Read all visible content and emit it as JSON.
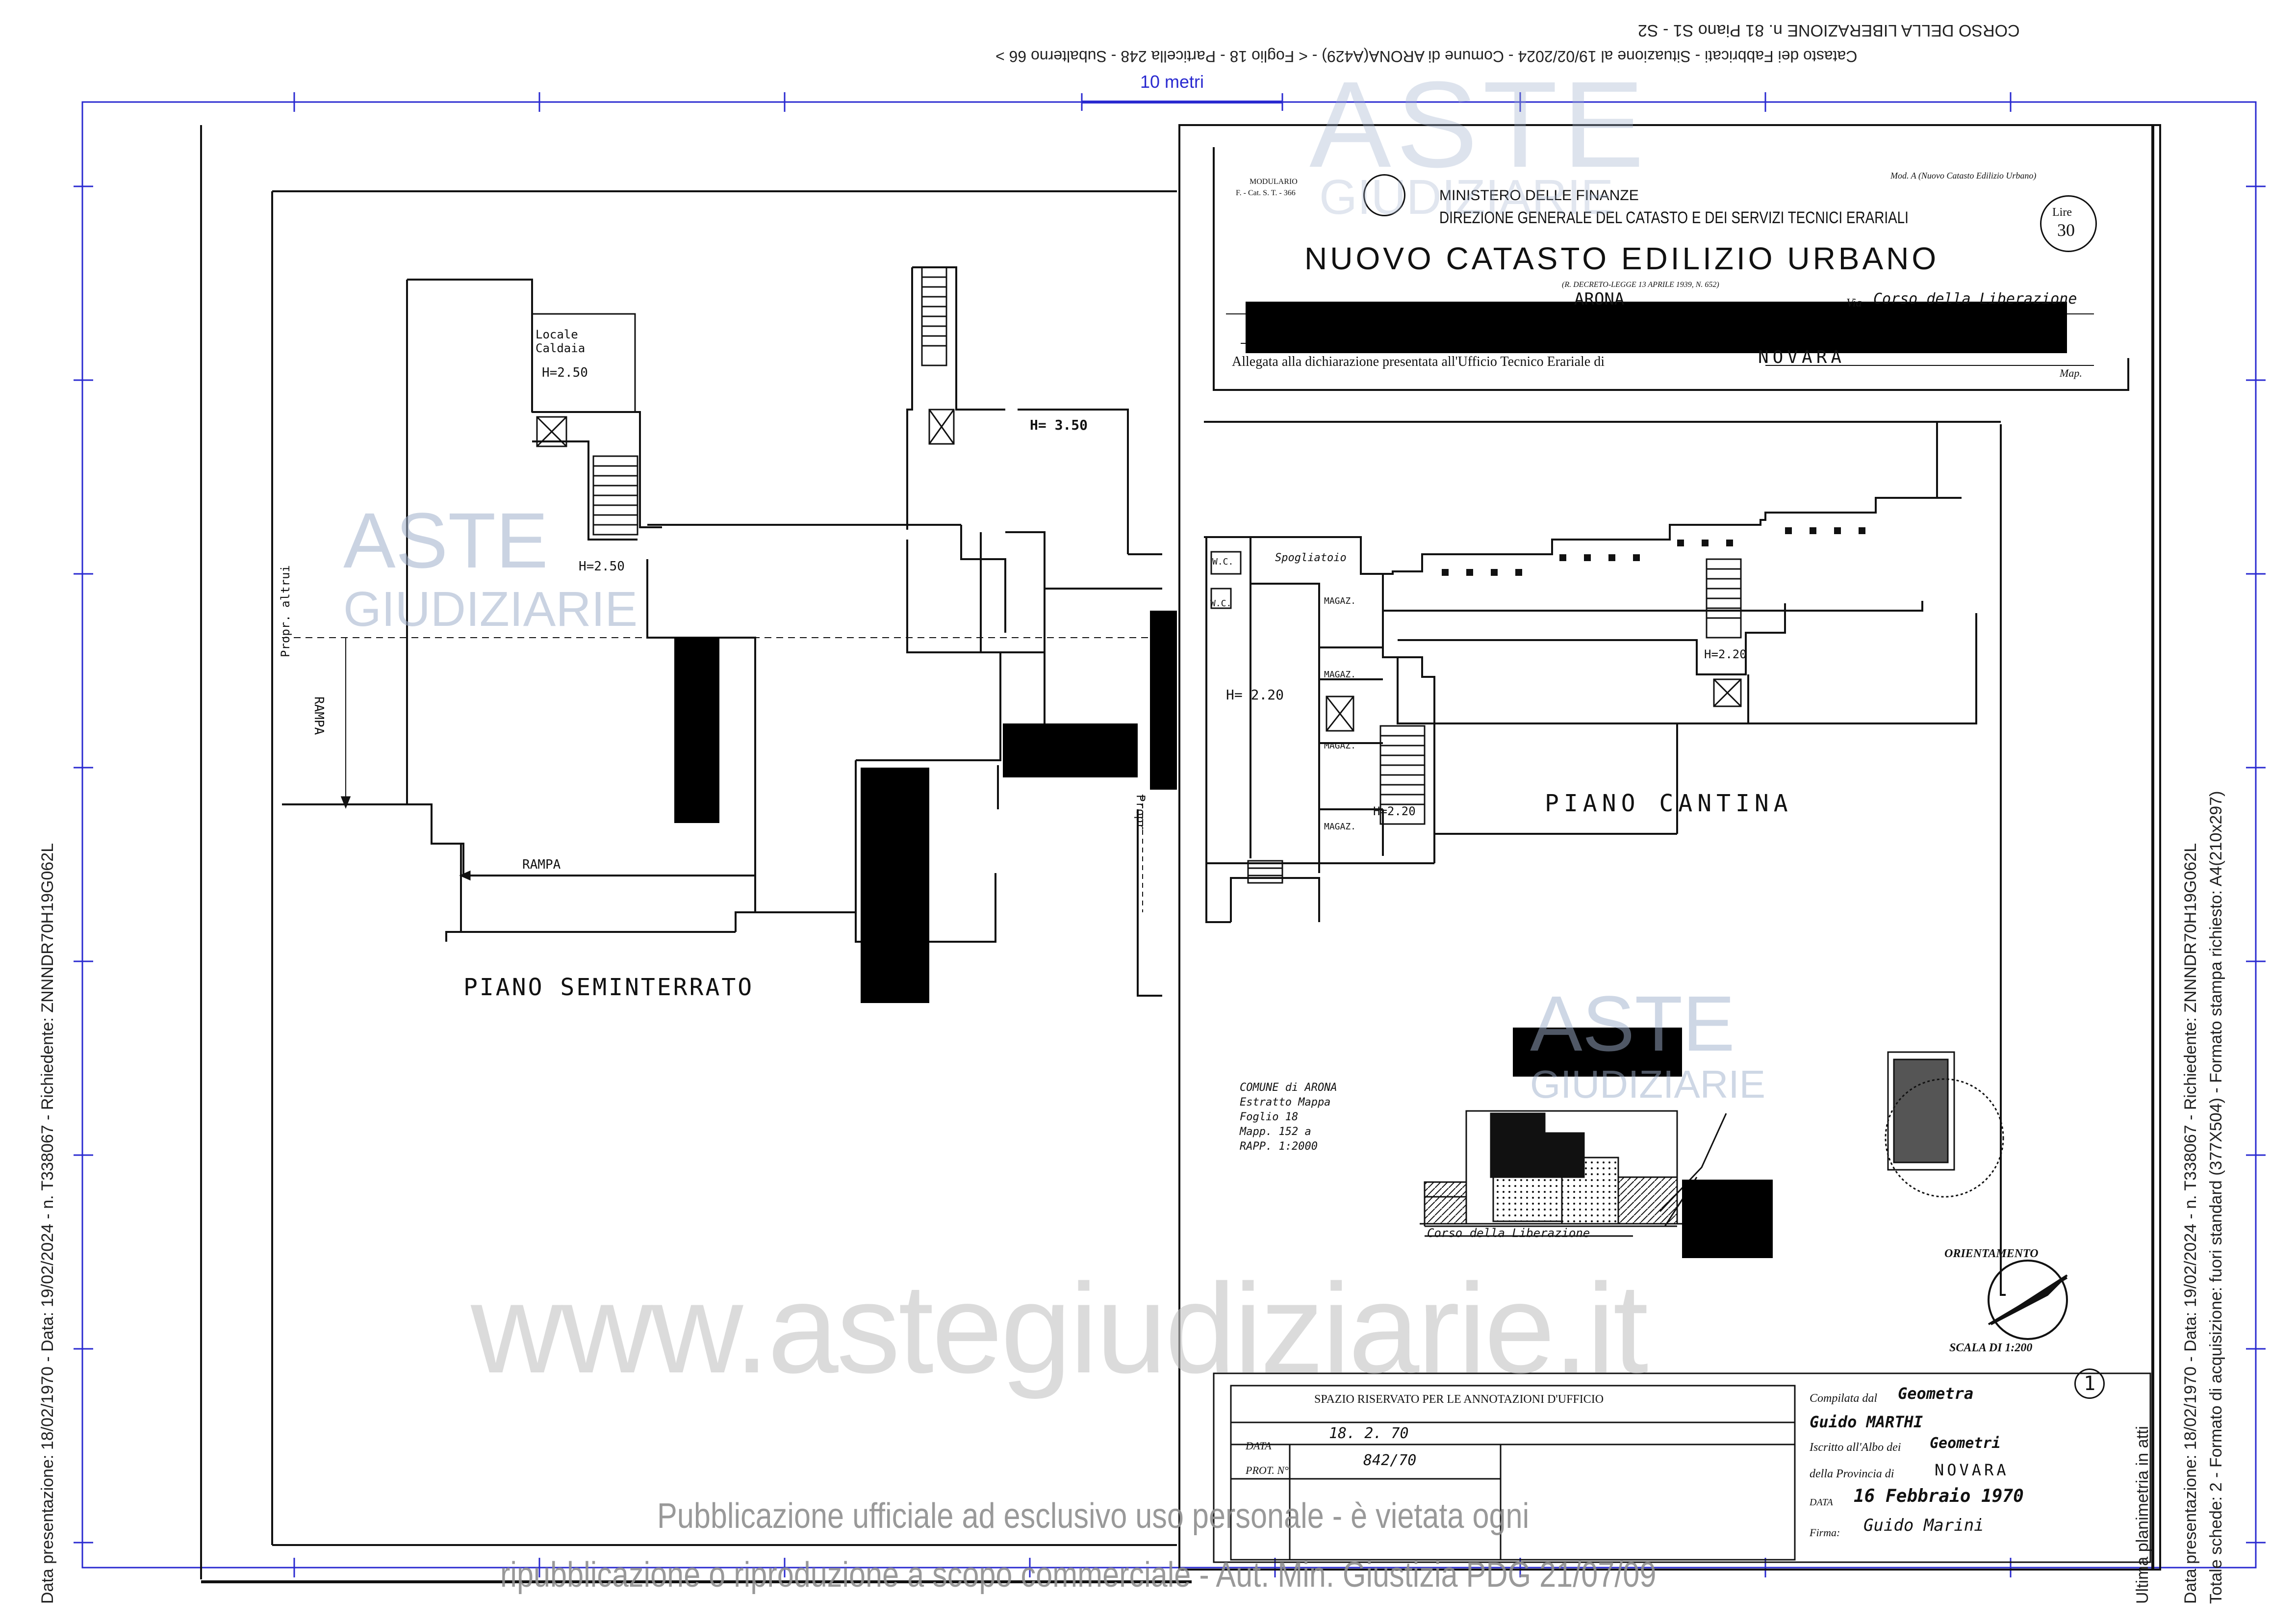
{
  "header": {
    "line1": "CORSO DELLA LIBERAZIONE n. 81 Piano S1 - S2",
    "line2": "Catasto dei Fabbricati - Situazione al 19/02/2024 - Comune di ARONA(A429) - < Foglio 18 - Particella 248 - Subalterno 66 >",
    "scale_label": "10 metri"
  },
  "side_left": "Data presentazione: 18/02/1970 - Data: 19/02/2024 - n. T338067 - Richiedente: ZNNNDR70H19G062L",
  "side_right": {
    "line1": "Ultima planimetria in atti",
    "line2": "Data presentazione: 18/02/1970 - Data: 19/02/2024 - n. T338067 - Richiedente: ZNNNDR70H19G062L",
    "line3": "Totale schede: 2 - Formato di acquisizione: fuori standard (377X504) - Formato stampa richiesto: A4(210x297)"
  },
  "form": {
    "modulario": "MODULARIO",
    "modulario_code": "F. - Cat. S. T. - 366",
    "mod_a": "Mod. A (Nuovo Catasto Edilizio Urbano)",
    "ministry": "MINISTERO DELLE FINANZE",
    "direction": "DIREZIONE GENERALE DEL CATASTO E DEI SERVIZI TECNICI ERARIALI",
    "title": "NUOVO CATASTO EDILIZIO URBANO",
    "decree": "(R. DECRETO-LEGGE 13 APRILE 1939, N. 652)",
    "stamp_lire": "Lire",
    "stamp_value": "30",
    "comune_handwritten": "ARONA",
    "via_label": "Via",
    "via_handwritten": "Corso della Liberazione",
    "allegata": "Allegata alla dichiarazione presentata all'Ufficio Tecnico Erariale di",
    "ufficio_handwritten": "NOVARA",
    "corner_note": "Map."
  },
  "plan_left": {
    "label_caldaia": "Locale Caldaia",
    "h_caldaia": "H=2.50",
    "h_350": "H= 3.50",
    "h_250": "H=2.50",
    "rampa_vertical": "RAMPA",
    "rampa_horizontal": "RAMPA",
    "propr": "Propr. altrui",
    "floor_name": "PIANO SEMINTERRATO"
  },
  "plan_right": {
    "wc1": "W.C.",
    "wc2": "W.C.",
    "spogliatoio": "Spogliatoio",
    "h_220a": "H= 2.20",
    "h_220b": "H=2.20",
    "h_220c": "H=2.20",
    "magaz1": "MAGAZ.",
    "magaz2": "MAGAZ.",
    "magaz3": "MAGAZ.",
    "magaz4": "MAGAZ.",
    "propr": "Propr.",
    "floor_name": "PIANO CANTINA"
  },
  "mappa": {
    "line1": "COMUNE di ARONA",
    "line2": "Estratto Mappa",
    "line3": "Foglio 18",
    "line4": "Mapp. 152 a",
    "line5": "RAPP. 1:2000",
    "street": "Corso della Liberazione"
  },
  "orientamento": "ORIENTAMENTO",
  "scala": "SCALA DI 1:200",
  "sheet_number": "1",
  "ufficio_box": {
    "title": "SPAZIO RISERVATO PER LE ANNOTAZIONI D'UFFICIO",
    "data_label": "DATA",
    "data_value": "18. 2. 70",
    "prot_label": "PROT. N°",
    "prot_value": "842/70"
  },
  "compilata": {
    "label": "Compilata dal",
    "title_hand": "Geometra",
    "name_hand": "Guido MARTHI",
    "iscritto_label": "Iscritto all'Albo dei",
    "albo_hand": "Geometri",
    "provincia_label": "della Provincia di",
    "provincia_hand": "NOVARA",
    "data_label": "DATA",
    "data_hand": "16 Febbraio 1970",
    "firma_label": "Firma:",
    "firma_hand": "Guido Marini"
  },
  "watermark": {
    "brand1": "ASTE",
    "brand2": "GIUDIZIARIE",
    "url": "www.astegiudiziarie.it",
    "notice1": "Pubblicazione ufficiale ad esclusivo uso personale - è vietata ogni",
    "notice2": "ripubblicazione o riproduzione a scopo commerciale - Aut. Min. Giustizia PDG 21/07/09"
  },
  "colors": {
    "frame_blue": "#2a2ad0",
    "ink": "#111111",
    "watermark": "#9fb0cc",
    "redaction": "#000000"
  }
}
